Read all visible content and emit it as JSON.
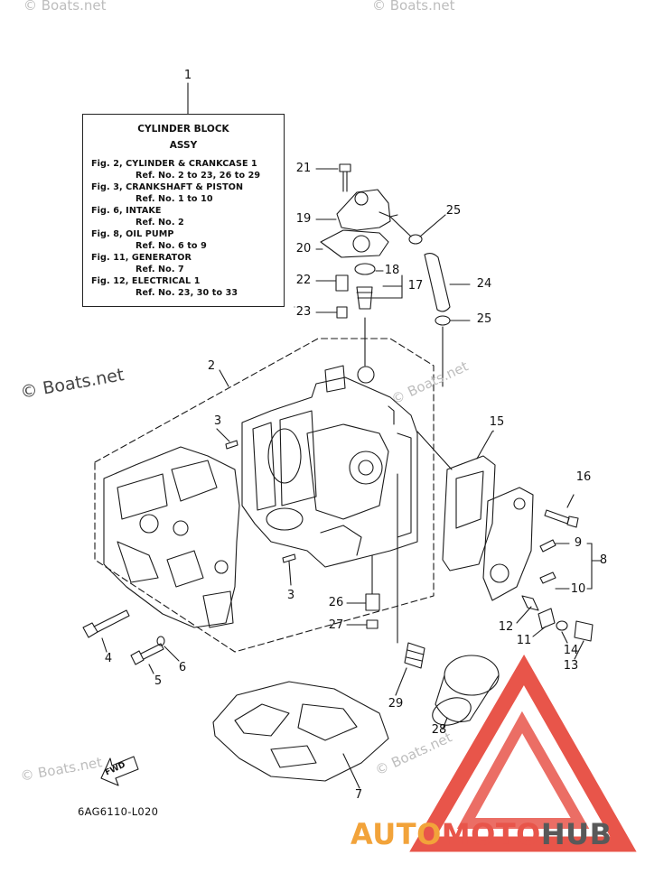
{
  "watermarks": {
    "top_left": "© Boats.net",
    "top_right": "© Boats.net",
    "middle": "© Boats.net",
    "side": "© Boats.net",
    "engine": "© Boats.net",
    "bottom_left": "© Boats.net",
    "bottom_right": "© Boats.net"
  },
  "legend": {
    "callout": "1",
    "title_1": "CYLINDER BLOCK",
    "title_2": "ASSY",
    "lines": [
      "Fig. 2, CYLINDER & CRANKCASE 1",
      "Ref. No. 2 to 23, 26 to 29",
      "Fig. 3, CRANKSHAFT & PISTON",
      "Ref. No. 1 to 10",
      "Fig. 6, INTAKE",
      "Ref. No. 2",
      "Fig. 8, OIL PUMP",
      "Ref. No. 6 to 9",
      "Fig. 11, GENERATOR",
      "Ref. No. 7",
      "Fig. 12, ELECTRICAL 1",
      "Ref. No. 23, 30 to 33"
    ]
  },
  "callouts": {
    "n2": "2",
    "n3a": "3",
    "n3b": "3",
    "n4": "4",
    "n5": "5",
    "n6": "6",
    "n7": "7",
    "n8": "8",
    "n9": "9",
    "n10": "10",
    "n11": "11",
    "n12": "12",
    "n13": "13",
    "n14": "14",
    "n15": "15",
    "n16": "16",
    "n17": "17",
    "n18": "18",
    "n19": "19",
    "n20": "20",
    "n21": "21",
    "n22": "22",
    "n23": "23",
    "n24": "24",
    "n25a": "25",
    "n25b": "25",
    "n26": "26",
    "n27": "27",
    "n28": "28",
    "n29": "29"
  },
  "diagram_code": "6AG6110-L020",
  "fwd_label": "FWD",
  "brand": {
    "part1": "AUTO",
    "part2": "MOTO",
    "part3": "HUB"
  },
  "colors": {
    "brand_orange": "#f2a33a",
    "brand_red": "#e8554a",
    "brand_gray": "#595959"
  }
}
